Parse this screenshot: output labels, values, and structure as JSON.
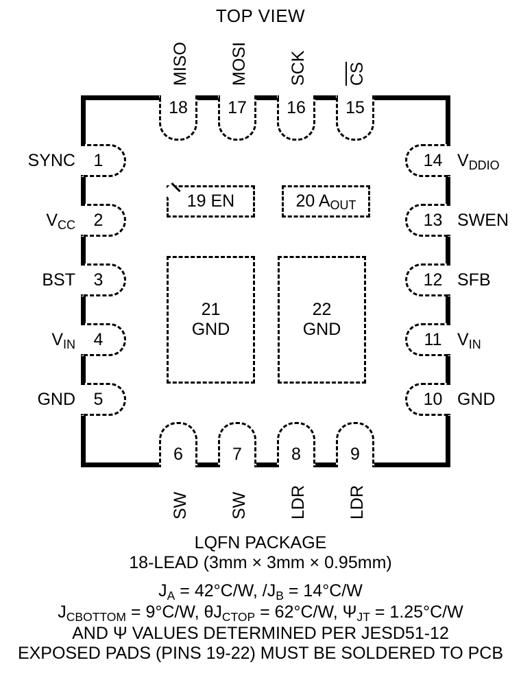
{
  "title": "TOP VIEW",
  "package": {
    "left_pins": [
      {
        "number": "1",
        "label": "SYNC",
        "label_html": "SYNC"
      },
      {
        "number": "2",
        "label": "VCC",
        "label_html": "V<sub>CC</sub>"
      },
      {
        "number": "3",
        "label": "BST",
        "label_html": "BST"
      },
      {
        "number": "4",
        "label": "VIN",
        "label_html": "V<sub>IN</sub>"
      },
      {
        "number": "5",
        "label": "GND",
        "label_html": "GND"
      }
    ],
    "bottom_pins": [
      {
        "number": "6",
        "label": "SW",
        "label_html": "SW"
      },
      {
        "number": "7",
        "label": "SW",
        "label_html": "SW"
      },
      {
        "number": "8",
        "label": "LDR",
        "label_html": "LDR"
      },
      {
        "number": "9",
        "label": "LDR",
        "label_html": "LDR"
      }
    ],
    "right_pins": [
      {
        "number": "10",
        "label": "GND",
        "label_html": "GND"
      },
      {
        "number": "11",
        "label": "VIN",
        "label_html": "V<sub>IN</sub>"
      },
      {
        "number": "12",
        "label": "SFB",
        "label_html": "SFB"
      },
      {
        "number": "13",
        "label": "SWEN",
        "label_html": "SWEN"
      },
      {
        "number": "14",
        "label": "VDDIO",
        "label_html": "V<sub>DDIO</sub>"
      }
    ],
    "top_pins": [
      {
        "number": "15",
        "label": "CS",
        "label_html": "<span class=\"overbar\">CS</span>",
        "active_low": true
      },
      {
        "number": "16",
        "label": "SCK",
        "label_html": "SCK"
      },
      {
        "number": "17",
        "label": "MOSI",
        "label_html": "MOSI"
      },
      {
        "number": "18",
        "label": "MISO",
        "label_html": "MISO"
      }
    ],
    "exposed_pads": [
      {
        "number": "19",
        "label": "EN",
        "text_html": "19 EN"
      },
      {
        "number": "20",
        "label": "AOUT",
        "text_html": "20 A<sub>OUT</sub>"
      },
      {
        "number": "21",
        "label": "GND",
        "text_html": "21<br>GND"
      },
      {
        "number": "22",
        "label": "GND",
        "text_html": "22<br>GND"
      }
    ]
  },
  "caption": {
    "package_name": "LQFN PACKAGE",
    "lead_spec": "18-LEAD (3mm × 3mm × 0.95mm)",
    "thermal_line_1_html": "J<sub>A</sub> = 42°C/W, /J<sub>B</sub> = 14°C/W",
    "thermal_line_2_html": "J<sub>CBOTTOM</sub>  = 9°C/W, θJ<sub>CTOP</sub> = 62°C/W, Ψ<sub>JT</sub> = 1.25°C/W",
    "standard_note": "AND Ψ VALUES DETERMINED PER JESD51-12",
    "pad_note": "EXPOSED PADS (PINS 19-22) MUST BE SOLDERED TO PCB"
  },
  "colors": {
    "ink": "#000000",
    "paper": "#ffffff"
  }
}
